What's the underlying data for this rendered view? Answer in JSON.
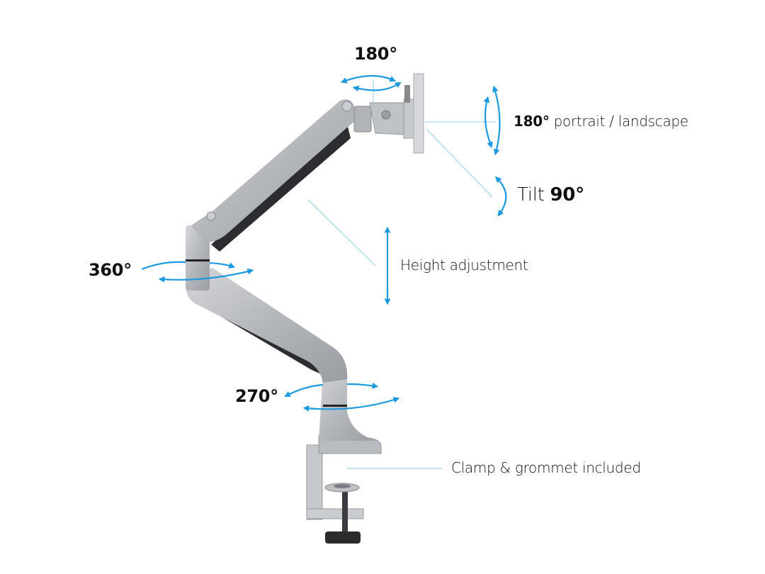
{
  "colors": {
    "accent": "#1b9ae0",
    "leader": "#8fd0ea",
    "silver": "#b9bcc1",
    "dark": "#2b2d30"
  },
  "labels": {
    "head_swivel": "180°",
    "rotation_degrees": "180°",
    "rotation_text": "portrait / landscape",
    "tilt_text": "Tilt",
    "tilt_degrees": "90°",
    "elbow_swivel": "360°",
    "height": "Height adjustment",
    "base_swivel": "270°",
    "clamp": "Clamp & grommet included"
  }
}
